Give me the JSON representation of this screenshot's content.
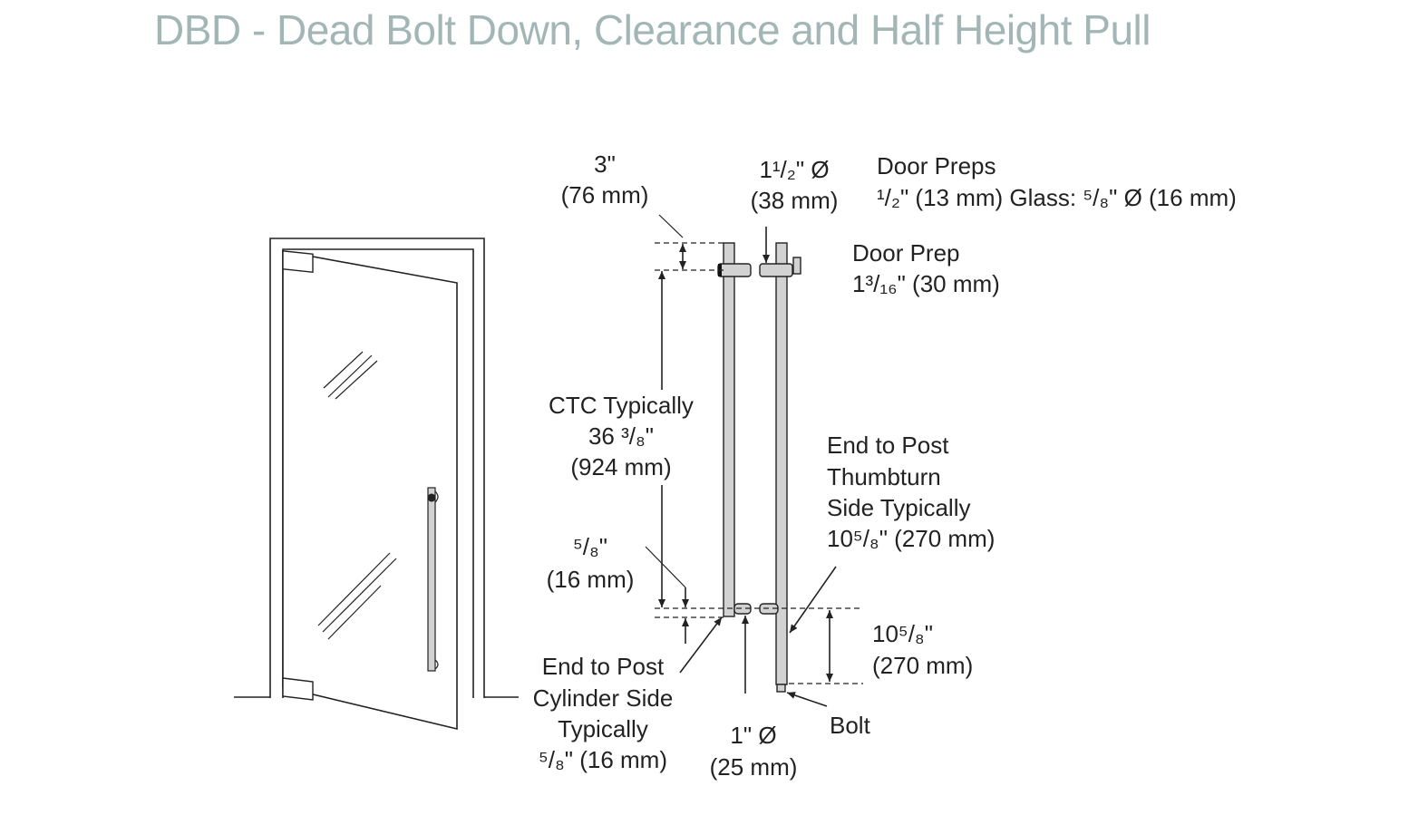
{
  "title": "DBD - Dead Bolt Down, Clearance and Half Height Pull",
  "labels": {
    "top_offset": [
      "3\"",
      "(76 mm)"
    ],
    "diameter_top": [
      "1¹/₂\" Ø",
      "(38 mm)"
    ],
    "door_preps": [
      "Door Preps",
      "¹/₂\" (13 mm) Glass: ⁵/₈\" Ø (16 mm)"
    ],
    "door_prep": [
      "Door Prep",
      "1³/₁₆\" (30 mm)"
    ],
    "ctc": [
      "CTC Typically",
      "36 ³/₈\"",
      "(924 mm)"
    ],
    "end_post_thumbturn": [
      "End to Post",
      "Thumbturn",
      "Side Typically",
      "10⁵/₈\" (270 mm)"
    ],
    "small_offset": [
      "⁵/₈\"",
      "(16 mm)"
    ],
    "bolt_length": [
      "10⁵/₈\"",
      "(270 mm)"
    ],
    "end_post_cylinder": [
      "End to Post",
      "Cylinder Side",
      "Typically",
      "⁵/₈\" (16 mm)"
    ],
    "diameter_bottom": [
      "1\" Ø",
      "(25 mm)"
    ],
    "bolt": "Bolt"
  }
}
